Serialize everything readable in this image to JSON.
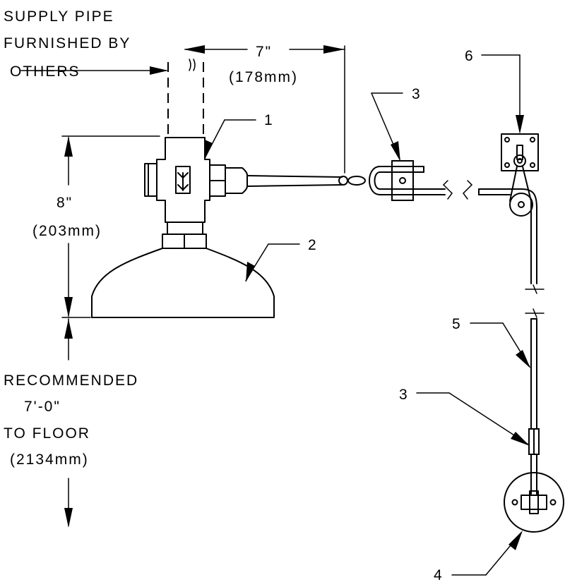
{
  "notes": {
    "supply_line1": "SUPPLY PIPE",
    "supply_line2": "FURNISHED BY",
    "supply_line3": "OTHERS",
    "recommended_line1": "RECOMMENDED",
    "recommended_line2": "7'-0\"",
    "recommended_line3": "TO FLOOR",
    "recommended_line4": "(2134mm)"
  },
  "dimensions": {
    "horizontal_in": "7\"",
    "horizontal_mm": "(178mm)",
    "vertical_in": "8\"",
    "vertical_mm": "(203mm)"
  },
  "callouts": {
    "c1": "1",
    "c2": "2",
    "c3_top": "3",
    "c3_bottom": "3",
    "c4": "4",
    "c5": "5",
    "c6": "6"
  }
}
